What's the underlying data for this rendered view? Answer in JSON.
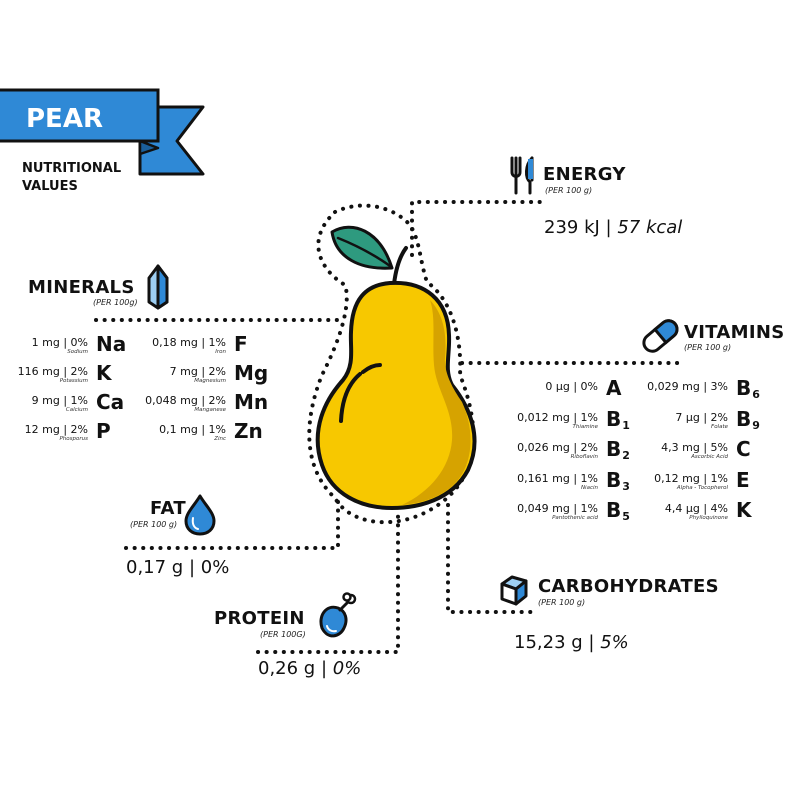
{
  "banner": {
    "title": "PEAR",
    "subtitle_line1": "NUTRITIONAL",
    "subtitle_line2": "VALUES",
    "color": "#2f89d6"
  },
  "energy": {
    "heading": "ENERGY",
    "per": "(PER 100 g)",
    "kj": "239 kJ",
    "kcal": "57 kcal",
    "sep": " | "
  },
  "minerals": {
    "heading": "MINERALS",
    "per": "(PER 100g)",
    "left": [
      {
        "value": "1 mg | 0%",
        "name": "Sodium",
        "symbol": "Na"
      },
      {
        "value": "116 mg | 2%",
        "name": "Potassium",
        "symbol": "K"
      },
      {
        "value": "9 mg | 1%",
        "name": "Calcium",
        "symbol": "Ca"
      },
      {
        "value": "12 mg | 2%",
        "name": "Phosporus",
        "symbol": "P"
      }
    ],
    "right": [
      {
        "value": "0,18 mg | 1%",
        "name": "Iron",
        "symbol": "F"
      },
      {
        "value": "7 mg | 2%",
        "name": "Magnesium",
        "symbol": "Mg"
      },
      {
        "value": "0,048 mg | 2%",
        "name": "Manganese",
        "symbol": "Mn"
      },
      {
        "value": "0,1 mg | 1%",
        "name": "Zinc",
        "symbol": "Zn"
      }
    ]
  },
  "vitamins": {
    "heading": "VITAMINS",
    "per": "(PER 100 g)",
    "left": [
      {
        "value": "0 µg | 0%",
        "name": "",
        "symbol": "A",
        "sub": ""
      },
      {
        "value": "0,012 mg | 1%",
        "name": "Thiamine",
        "symbol": "B",
        "sub": "1"
      },
      {
        "value": "0,026 mg | 2%",
        "name": "Riboflavin",
        "symbol": "B",
        "sub": "2"
      },
      {
        "value": "0,161 mg | 1%",
        "name": "Niacin",
        "symbol": "B",
        "sub": "3"
      },
      {
        "value": "0,049 mg | 1%",
        "name": "Pantothenic acid",
        "symbol": "B",
        "sub": "5"
      }
    ],
    "right": [
      {
        "value": "0,029 mg | 3%",
        "name": "",
        "symbol": "B",
        "sub": "6"
      },
      {
        "value": "7 µg | 2%",
        "name": "Folate",
        "symbol": "B",
        "sub": "9"
      },
      {
        "value": "4,3 mg | 5%",
        "name": "Ascorbic Acid",
        "symbol": "C",
        "sub": ""
      },
      {
        "value": "0,12 mg | 1%",
        "name": "Alpha - Tocopherol",
        "symbol": "E",
        "sub": ""
      },
      {
        "value": "4,4 µg | 4%",
        "name": "Phylloquinone",
        "symbol": "K",
        "sub": ""
      }
    ]
  },
  "fat": {
    "heading": "FAT",
    "per": "(PER 100 g)",
    "grams": "0,17 g",
    "percent": "0%",
    "sep": " | "
  },
  "protein": {
    "heading": "PROTEIN",
    "per": "(PER 100G)",
    "grams": "0,26 g",
    "percent": "0%",
    "sep": " | "
  },
  "carbohydrates": {
    "heading": "CARBOHYDRATES",
    "per": "(PER 100 g)",
    "grams": "15,23 g",
    "percent": "5%",
    "sep": " | "
  },
  "colors": {
    "pear_yellow": "#f7c800",
    "pear_shade": "#d6a300",
    "leaf_green": "#2e9a7f",
    "icon_blue": "#2f89d6",
    "icon_light_blue": "#9dcef2",
    "dots": "#111111"
  }
}
